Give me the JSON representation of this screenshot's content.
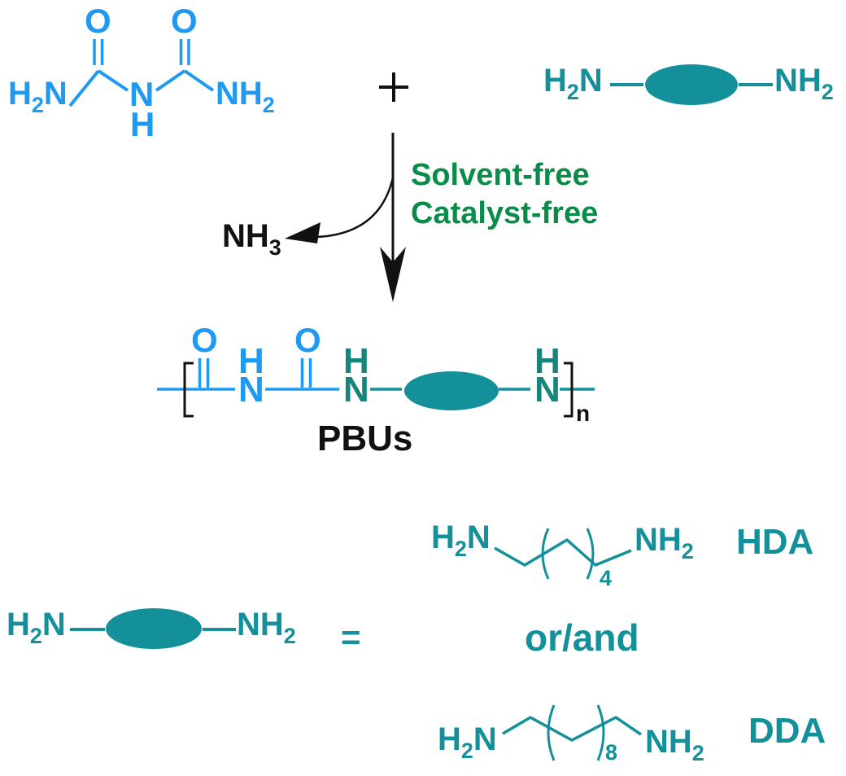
{
  "colors": {
    "bond_blue": "#1E9AF2",
    "teal": "#13909A",
    "teal_letters": "#17857C",
    "green": "#0A8C49",
    "black": "#111111"
  },
  "reactants": {
    "biuret": {
      "amine_left": {
        "pre": "H",
        "sub": "2",
        "post": "N"
      },
      "o_left": "O",
      "o_right": "O",
      "n_center": "N",
      "h_center": "H",
      "amine_right": {
        "pre": "NH",
        "sub": "2"
      }
    },
    "plus": "+",
    "diamine": {
      "left": {
        "pre": "H",
        "sub": "2",
        "post": "N"
      },
      "right": {
        "pre": "NH",
        "sub": "2"
      }
    }
  },
  "arrow": {
    "conditions": [
      "Solvent-free",
      "Catalyst-free"
    ],
    "byproduct": {
      "pre": "NH",
      "sub": "3"
    }
  },
  "product": {
    "o1": "O",
    "h1": "H",
    "n1": "N",
    "o2": "O",
    "h2": "H",
    "n2": "N",
    "h3": "H",
    "n3": "N",
    "repeat": "n",
    "label": "PBUs"
  },
  "legend": {
    "diamine": {
      "left": {
        "pre": "H",
        "sub": "2",
        "post": "N"
      },
      "right": {
        "pre": "NH",
        "sub": "2"
      }
    },
    "equals": "=",
    "or_and": "or/and",
    "hda": {
      "amine_left": {
        "pre": "H",
        "sub": "2",
        "post": "N"
      },
      "repeat": "4",
      "amine_right": {
        "pre": "NH",
        "sub": "2"
      },
      "label": "HDA"
    },
    "dda": {
      "amine_left": {
        "pre": "H",
        "sub": "2",
        "post": "N"
      },
      "repeat": "8",
      "amine_right": {
        "pre": "NH",
        "sub": "2"
      },
      "label": "DDA"
    }
  }
}
